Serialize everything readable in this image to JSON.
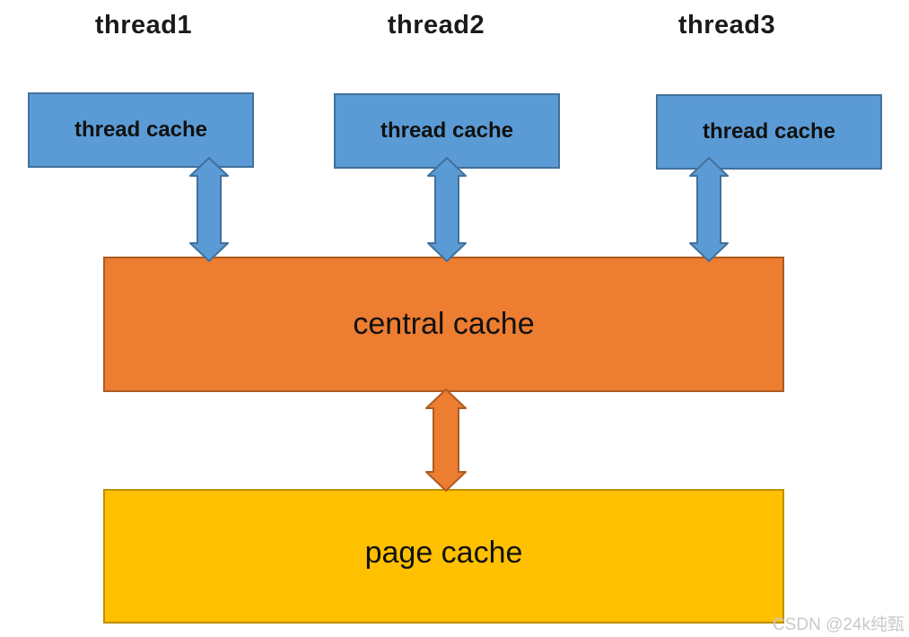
{
  "diagram": {
    "title_labels": {
      "thread1": "thread1",
      "thread2": "thread2",
      "thread3": "thread3"
    },
    "threads": [
      {
        "label": "thread1",
        "box_label": "thread cache"
      },
      {
        "label": "thread2",
        "box_label": "thread cache"
      },
      {
        "label": "thread3",
        "box_label": "thread cache"
      }
    ],
    "central": {
      "label": "central cache"
    },
    "page": {
      "label": "page cache"
    },
    "colors": {
      "thread_box_fill": "#5b9bd5",
      "thread_box_border": "#41719c",
      "blue_arrow_fill": "#5b9bd5",
      "blue_arrow_border": "#41719c",
      "central_fill": "#ed7d31",
      "central_border": "#ae5a21",
      "orange_arrow_fill": "#ed7d31",
      "orange_arrow_border": "#ae5a21",
      "page_fill": "#ffc000",
      "page_border": "#bf9000"
    },
    "watermark": "CSDN @24k纯甄"
  }
}
